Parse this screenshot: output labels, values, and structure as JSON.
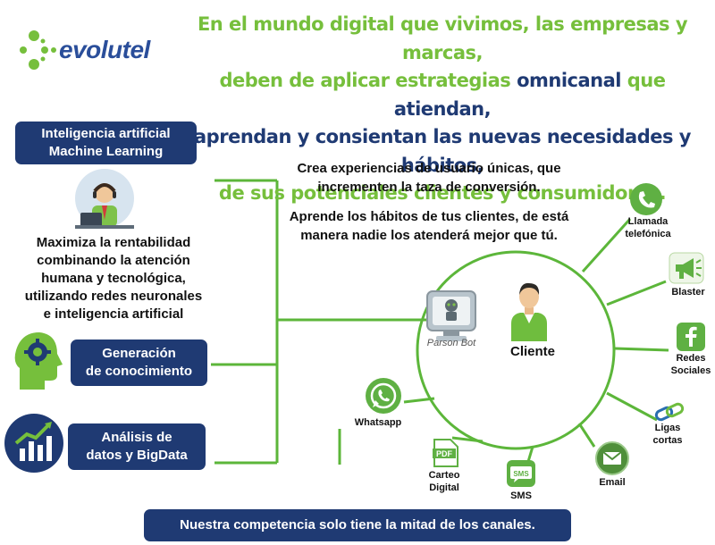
{
  "brand": {
    "name": "evolutel"
  },
  "headline": {
    "line1": "En el mundo digital que vivimos, las empresas y marcas,",
    "line2a": "deben de aplicar estrategias ",
    "line2b": "omnicanal",
    "line2c": "  que ",
    "line2d": "atiendan,",
    "line3": "aprendan y consientan  las nuevas necesidades y hábitos,",
    "line4": "de sus potenciales clientes y consumidores."
  },
  "left": {
    "ai_box": [
      "Inteligencia artificial",
      "Machine Learning"
    ],
    "paragraph": [
      "Maximiza la rentabilidad",
      "combinando la atención",
      "humana y tecnológica,",
      "utilizando redes neuronales",
      "e inteligencia artificial"
    ],
    "knowledge_box": [
      "Generación",
      "de conocimiento"
    ],
    "bigdata_box": [
      "Análisis de",
      "datos y BigData"
    ]
  },
  "center": {
    "text1": [
      "Crea experiencias de usuario únicas, que",
      "incrementen la taza de conversión."
    ],
    "text2": [
      "Aprende los hábitos de tus clientes, de está",
      "manera nadie los atenderá mejor que tú."
    ],
    "bot_label": "Parson Bot",
    "client_label": "Cliente"
  },
  "channels": {
    "llamada": [
      "Llamada",
      "telefónica"
    ],
    "blaster": "Blaster",
    "redes": [
      "Redes",
      "Sociales"
    ],
    "ligas": [
      "Ligas",
      "cortas"
    ],
    "email": "Email",
    "sms": "SMS",
    "carteo": [
      "Carteo",
      "Digital"
    ],
    "whatsapp": "Whatsapp",
    "pdf_badge": "PDF",
    "sms_badge": "SMS"
  },
  "footer": "Nuestra competencia solo tiene la mitad de los canales.",
  "colors": {
    "green": "#76bf3c",
    "navy": "#1f3a73",
    "line_green": "#5cb63a"
  }
}
